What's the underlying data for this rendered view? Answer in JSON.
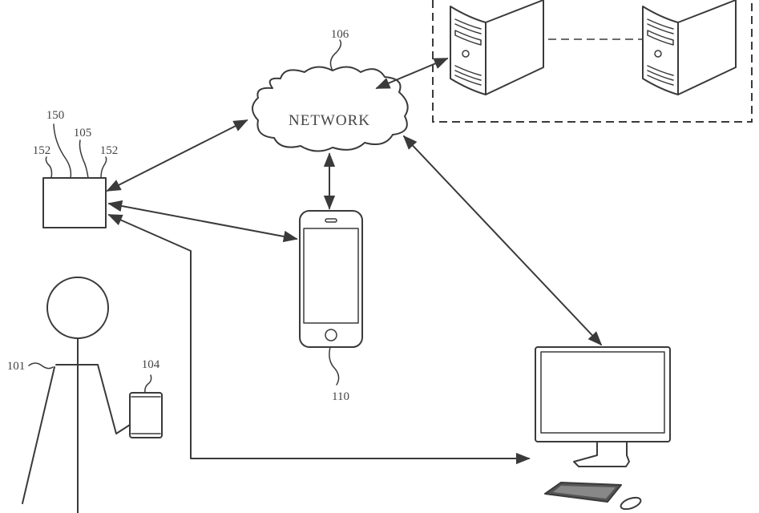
{
  "diagram": {
    "network": {
      "text": "NETWORK",
      "ref": "106"
    },
    "device_box": {
      "ref": "105",
      "sub_ref": "150",
      "port_left_ref": "152",
      "port_right_ref": "152"
    },
    "user": {
      "ref": "101"
    },
    "handheld_device": {
      "ref": "104"
    },
    "smartphone": {
      "ref": "110"
    },
    "server_group": {
      "count": 2
    },
    "desktop_computer": {
      "parts": [
        "monitor",
        "keyboard",
        "mouse"
      ]
    },
    "connections": [
      {
        "from": "device-box-105",
        "to": "network-106",
        "bidirectional": true
      },
      {
        "from": "device-box-105",
        "to": "smartphone-110",
        "bidirectional": true
      },
      {
        "from": "desktop-computer",
        "to": "device-box-105",
        "bidirectional": true
      },
      {
        "from": "network-106",
        "to": "smartphone-110",
        "bidirectional": true
      },
      {
        "from": "network-106",
        "to": "server-group",
        "bidirectional": true
      },
      {
        "from": "network-106",
        "to": "desktop-computer",
        "bidirectional": true
      },
      {
        "from": "server-1",
        "to": "server-2",
        "style": "dashed"
      }
    ]
  }
}
